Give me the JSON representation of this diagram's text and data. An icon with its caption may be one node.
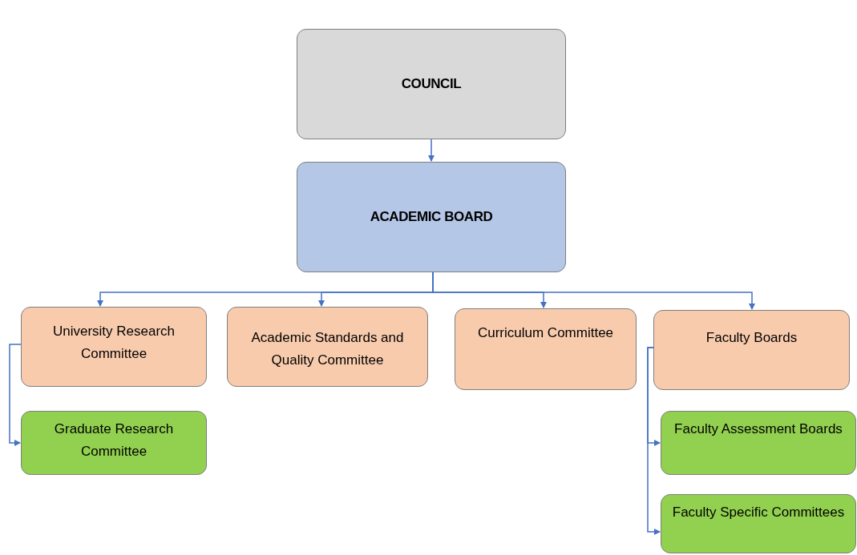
{
  "diagram": {
    "nodes": [
      {
        "text": [
          "COUNCIL"
        ]
      },
      {
        "text": [
          "ACADEMIC BOARD"
        ]
      },
      {
        "text": [
          "University Research Committee"
        ]
      },
      {
        "text": [
          "Academic Standards and Quality Committee"
        ]
      },
      {
        "text": [
          "Curriculum Committee"
        ]
      },
      {
        "text": [
          "Faculty Boards"
        ]
      },
      {
        "text": [
          "Graduate Research Committee"
        ]
      },
      {
        "text": [
          "Faculty Assessment Boards"
        ]
      },
      {
        "text": [
          "Faculty Specific Committees"
        ]
      }
    ],
    "edges": [
      {
        "from": 0,
        "to": 1,
        "arrow": "to"
      },
      {
        "from": 1,
        "to": 2,
        "arrow": "to"
      },
      {
        "from": 1,
        "to": 3,
        "arrow": "to"
      },
      {
        "from": 1,
        "to": 4,
        "arrow": "to"
      },
      {
        "from": 1,
        "to": 5,
        "arrow": "to"
      },
      {
        "from": 2,
        "to": 6,
        "arrow": "to"
      },
      {
        "from": 5,
        "to": 7,
        "arrow": "to"
      },
      {
        "from": 5,
        "to": 8,
        "arrow": "to"
      }
    ]
  }
}
